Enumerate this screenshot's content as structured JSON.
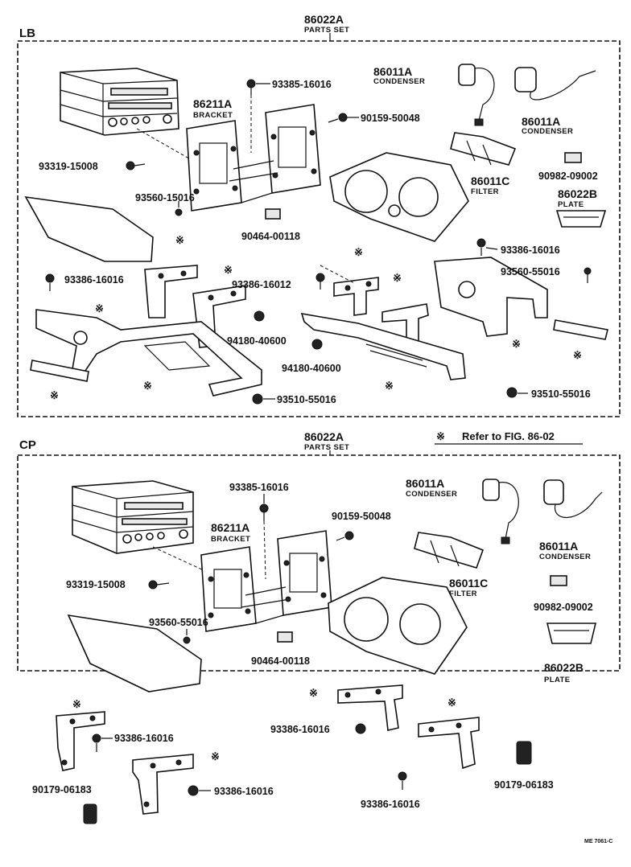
{
  "sections": {
    "lb": {
      "label": "LB",
      "parts_set_no": "86022A",
      "parts_set_caption": "PARTS SET"
    },
    "cp": {
      "label": "CP",
      "parts_set_no": "86022A",
      "parts_set_caption": "PARTS SET"
    }
  },
  "note": {
    "symbol": "※",
    "text": "Refer to FIG. 86-02"
  },
  "lb_labels": {
    "bracket_no": "86211A",
    "bracket_cap": "BRACKET",
    "condenser1_no": "86011A",
    "condenser1_cap": "CONDENSER",
    "condenser2_no": "86011A",
    "condenser2_cap": "CONDENSER",
    "filter_no": "86011C",
    "filter_cap": "FILTER",
    "plate_no": "86022B",
    "plate_cap": "PLATE",
    "p_93385": "93385-16016",
    "p_90159": "90159-50048",
    "p_93319": "93319-15008",
    "p_93560a": "93560-15016",
    "p_90464": "90464-00118",
    "p_90982": "90982-09002",
    "p_93386a": "93386-16016",
    "p_93386b": "93386-16016",
    "p_93386c": "93386-16012",
    "p_93560b": "93560-55016",
    "p_94180a": "94180-40600",
    "p_94180b": "94180-40600",
    "p_93510a": "93510-55016",
    "p_93510b": "93510-55016"
  },
  "cp_labels": {
    "bracket_no": "86211A",
    "bracket_cap": "BRACKET",
    "condenser1_no": "86011A",
    "condenser1_cap": "CONDENSER",
    "condenser2_no": "86011A",
    "condenser2_cap": "CONDENSER",
    "filter_no": "86011C",
    "filter_cap": "FILTER",
    "plate_no": "86022B",
    "plate_cap": "PLATE",
    "p_93385": "93385-16016",
    "p_90159": "90159-50048",
    "p_93319": "93319-15008",
    "p_93560": "93560-55016",
    "p_90464": "90464-00118",
    "p_90982": "90982-09002",
    "p_93386a": "93386-16016",
    "p_93386b": "93386-16016",
    "p_93386c": "93386-16016",
    "p_93386d": "93386-16016",
    "p_90179a": "90179-06183",
    "p_90179b": "90179-06183"
  },
  "ref_code": "ME 7061-C"
}
